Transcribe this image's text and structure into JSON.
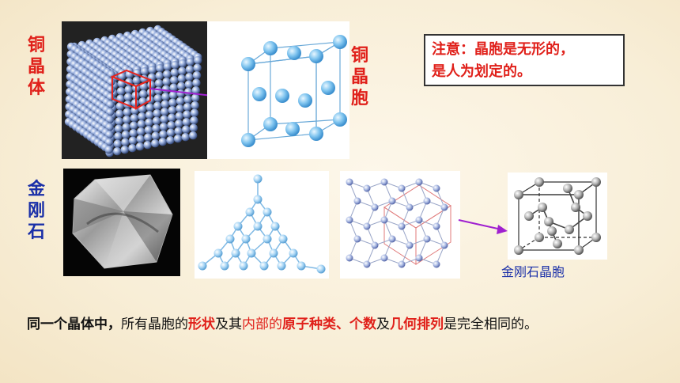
{
  "labels": {
    "copper_crystal": [
      "铜",
      "晶",
      "体"
    ],
    "copper_cell": [
      "铜",
      "晶",
      "胞"
    ],
    "diamond": [
      "金",
      "刚",
      "石"
    ]
  },
  "note": {
    "line1": "注意：晶胞是无形的，",
    "line2": "是人为划定的。"
  },
  "caption": "金刚石晶胞",
  "statement": {
    "p1": "同一个晶体中，",
    "p2": "所有晶胞的",
    "p3": "形状",
    "p4": "及其",
    "p5": "内部的",
    "p6": "原子种类、个数",
    "p7": "及",
    "p8": "几何排列",
    "p9": "是完全相同的。"
  },
  "colors": {
    "accent_red": "#e0201a",
    "accent_blue": "#1a2fa8",
    "arrow_purple": "#a020d0"
  },
  "icons": [
    "arrow-right-icon"
  ]
}
